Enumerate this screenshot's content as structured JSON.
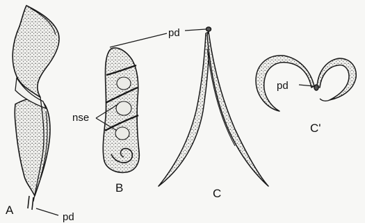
{
  "labels": {
    "a": "A",
    "b": "B",
    "c": "C",
    "c_prime": "C'",
    "pd_a": "pd",
    "pd_b": "pd",
    "pd_c_prime": "pd",
    "nse": "nse"
  },
  "colors": {
    "ink": "#1a1a1a",
    "stipple_fill": "#c9c9c4",
    "background": "#f7f7f5"
  }
}
